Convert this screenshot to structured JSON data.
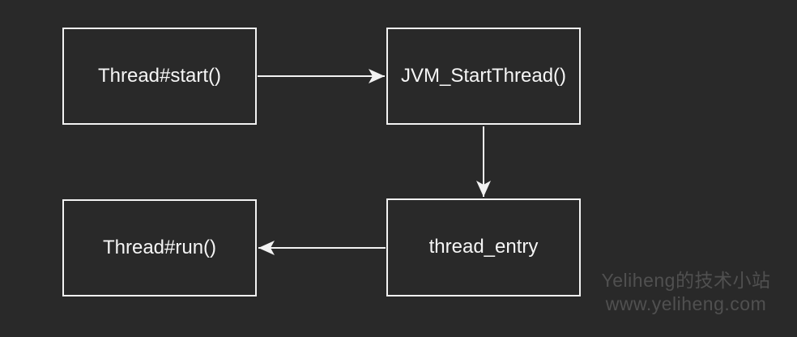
{
  "diagram": {
    "nodes": [
      {
        "id": "thread-start",
        "label": "Thread#start()"
      },
      {
        "id": "jvm-start-thread",
        "label": "JVM_StartThread()"
      },
      {
        "id": "thread-run",
        "label": "Thread#run()"
      },
      {
        "id": "thread-entry",
        "label": "thread_entry"
      }
    ],
    "edges": [
      {
        "from": "thread-start",
        "to": "jvm-start-thread",
        "direction": "right"
      },
      {
        "from": "jvm-start-thread",
        "to": "thread-entry",
        "direction": "down"
      },
      {
        "from": "thread-entry",
        "to": "thread-run",
        "direction": "left"
      }
    ]
  },
  "watermark": {
    "line1": "Yeliheng的技术小站",
    "line2": "www.yeliheng.com"
  },
  "colors": {
    "background": "#292929",
    "box_border": "#f2f2f2",
    "box_text": "#f5f5f5",
    "arrow": "#f2f2f2",
    "watermark_text": "#505050"
  }
}
